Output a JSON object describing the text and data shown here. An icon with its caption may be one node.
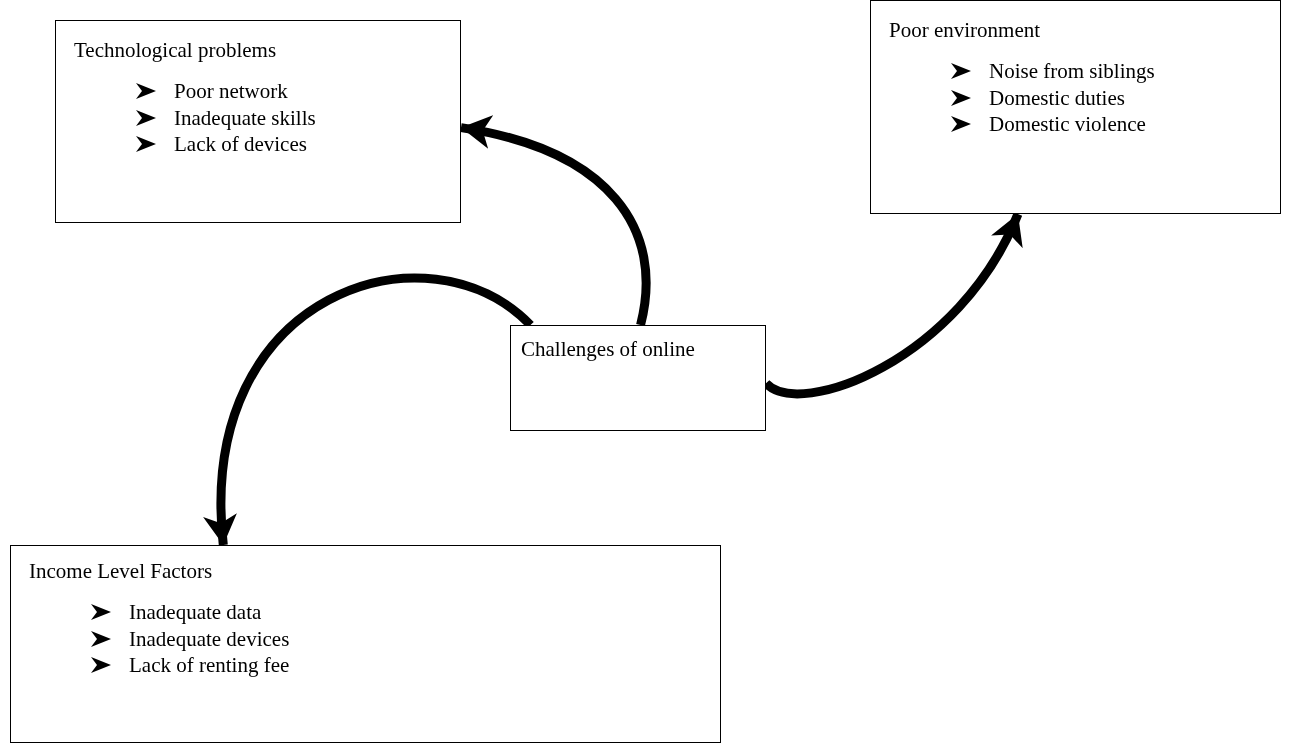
{
  "diagram": {
    "nodes": [
      {
        "text": [
          "Technological problems",
          "Poor network",
          "Inadequate skills",
          "Lack of devices"
        ]
      },
      {
        "text": [
          "Poor environment",
          "Noise from siblings",
          "Domestic duties",
          "Domestic violence"
        ]
      },
      {
        "text": [
          "Challenges of online"
        ]
      },
      {
        "text": [
          "Income Level Factors",
          "Inadequate data",
          "Inadequate devices",
          "Lack of renting fee"
        ]
      }
    ],
    "edges": [
      {
        "from": 2,
        "to": 0,
        "arrow": "to"
      },
      {
        "from": 2,
        "to": 1,
        "arrow": "to"
      },
      {
        "from": 2,
        "to": 3,
        "arrow": "to"
      }
    ]
  }
}
